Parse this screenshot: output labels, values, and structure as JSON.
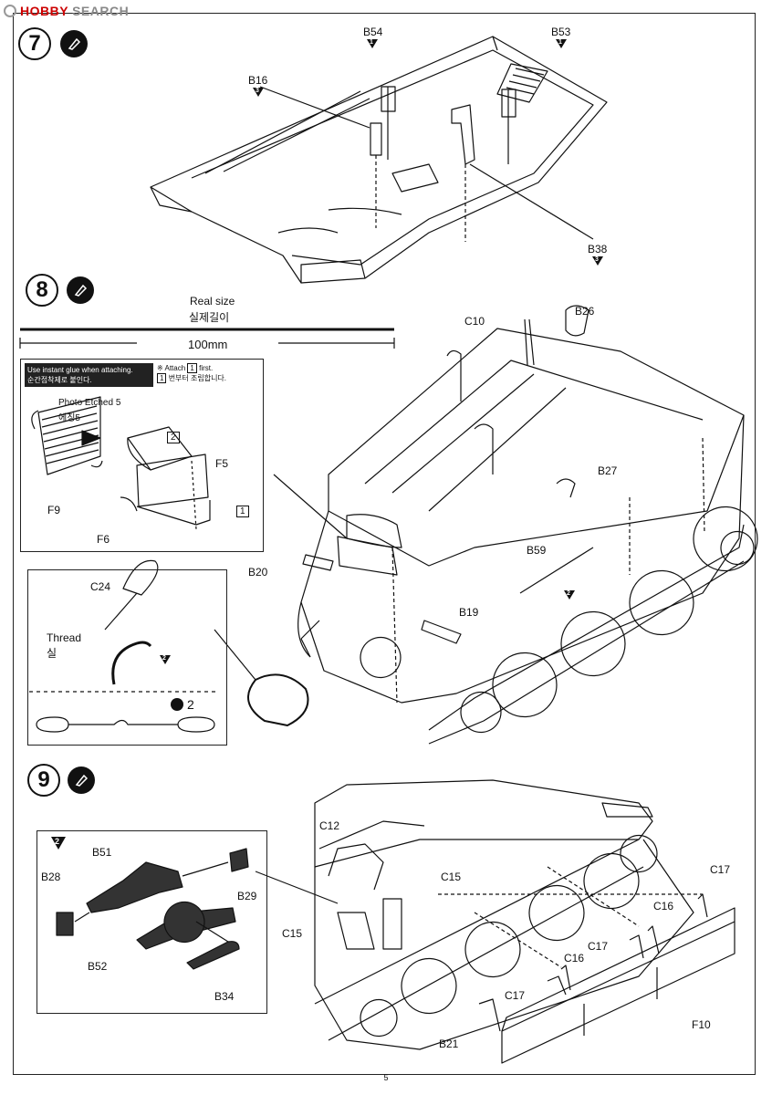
{
  "watermark": {
    "brand": "HOBBY",
    "rest": "SEARCH"
  },
  "steps": [
    {
      "number": "7"
    },
    {
      "number": "8"
    },
    {
      "number": "9"
    }
  ],
  "step7": {
    "parts": [
      {
        "label": "B54",
        "qty": "1"
      },
      {
        "label": "B53",
        "qty": "1"
      },
      {
        "label": "B16",
        "qty": "3"
      },
      {
        "label": "B38",
        "qty": "3"
      }
    ]
  },
  "step8": {
    "real_size": "Real size",
    "real_size_kr": "실제길이",
    "length": "100mm",
    "inset": {
      "warning": "Use instant glue when attaching.",
      "warning_kr": "순간접착제로 붙인다.",
      "attach_note": "Attach",
      "attach_num": "1",
      "attach_first": "first.",
      "attach_note_kr": "번부터 조립합니다.",
      "photo_etched": "Photo Etched 5",
      "photo_etched_kr": "에칭5",
      "step2": "2",
      "step1": "1",
      "f5": "F5",
      "f9": "F9",
      "f6": "F6"
    },
    "cable": {
      "c24": "C24",
      "thread": "Thread",
      "thread_kr": "실",
      "qty": "2",
      "tri": "2"
    },
    "parts": {
      "c10": "C10",
      "b26": "B26",
      "b27": "B27",
      "b20": "B20",
      "b59": "B59",
      "b19": "B19"
    }
  },
  "step9": {
    "inset": {
      "tri": "2",
      "b51": "B51",
      "b28": "B28",
      "b29": "B29",
      "b52": "B52",
      "b34": "B34"
    },
    "parts": {
      "c12": "C12",
      "c15a": "C15",
      "c15b": "C15",
      "c17a": "C17",
      "c16a": "C16",
      "c17b": "C17",
      "c16b": "C16",
      "c17c": "C17",
      "f10": "F10",
      "b21": "B21"
    }
  },
  "page_number": "5"
}
